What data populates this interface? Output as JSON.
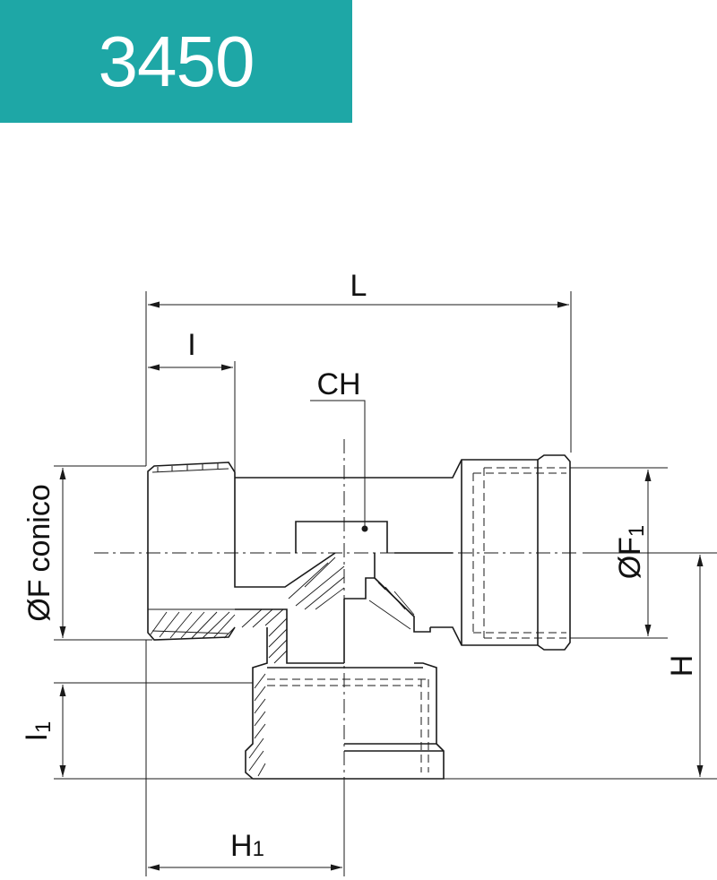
{
  "product_code": "3450",
  "colors": {
    "banner_background": "#1ea7a6",
    "banner_text": "#ffffff",
    "line": "#1a1a1a"
  },
  "dimensions": {
    "L": "L",
    "I": "I",
    "CH": "CH",
    "F_conico_symbol": "ØF",
    "F_conico_word": "conico",
    "F1_main": "ØF",
    "F1_sub": "1",
    "H": "H",
    "I1_main": "I",
    "I1_sub": "1",
    "H1_main": "H",
    "H1_sub": "1"
  }
}
